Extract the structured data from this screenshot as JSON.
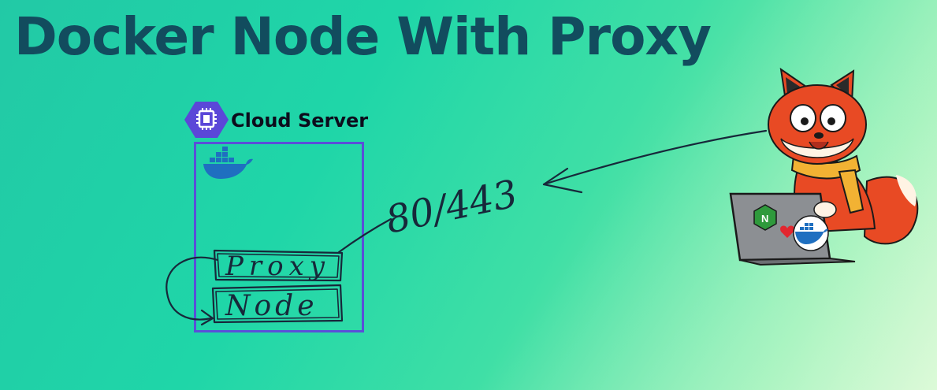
{
  "title": "Docker Node With Proxy",
  "server": {
    "label": "Cloud Server"
  },
  "boxes": {
    "proxy": "Proxy",
    "node": "Node"
  },
  "port_label": "80/443",
  "colors": {
    "title": "#124c5e",
    "server_border": "#5a4fd8",
    "hex_icon": "#5b47d8",
    "docker": "#1f6fc0",
    "ink": "#17283a",
    "nginx": "#2f9a3c"
  },
  "icons": [
    "cpu-hexagon-icon",
    "docker-whale-icon",
    "fox-mascot",
    "nginx-logo-icon",
    "heart-icon",
    "docker-sticker-icon"
  ]
}
